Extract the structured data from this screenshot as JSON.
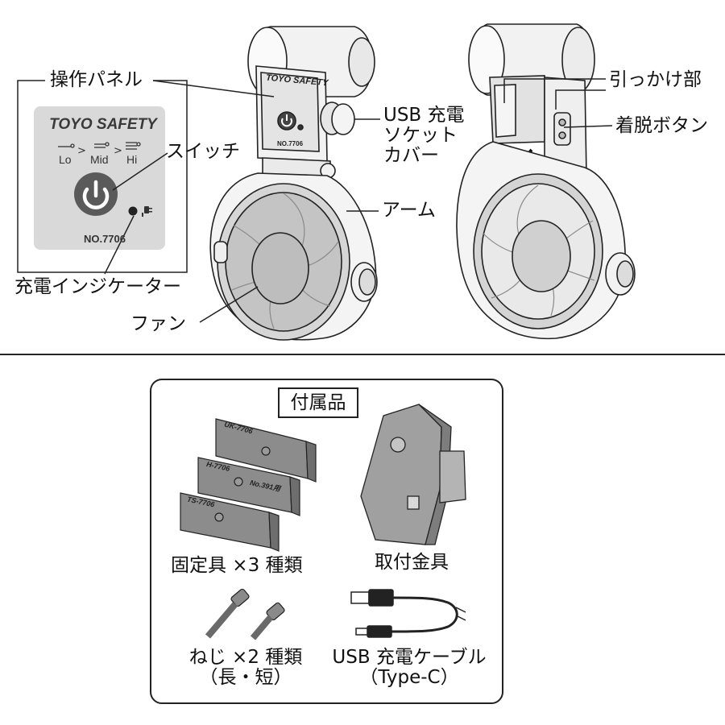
{
  "labels": {
    "control_panel": "操作パネル",
    "switch": "スイッチ",
    "charge_indicator": "充電インジケーター",
    "fan": "ファン",
    "usb_cover": "USB 充電\nソケット\nカバー",
    "arm": "アーム",
    "hook": "引っかけ部",
    "release_button": "着脱ボタン"
  },
  "panel": {
    "brand": "TOYO SAFETY",
    "speed_lo": "Lo",
    "speed_mid": "Mid",
    "speed_hi": "Hi",
    "separator": ">",
    "model": "NO.7706"
  },
  "device_small": {
    "brand": "TOYO SAFETY",
    "model": "NO.7706"
  },
  "accessories": {
    "title": "付属品",
    "fixtures_label": "固定具 ×3 種類",
    "mount_label": "取付金具",
    "screws_label": "ねじ ×2 種類\n（長・短）",
    "cable_label": "USB 充電ケーブル\n（Type-C）",
    "bracket_codes": [
      "UK-7706",
      "H-7706",
      "No.391用",
      "TS-7706"
    ]
  },
  "colors": {
    "panel_bg": "#d9d9d9",
    "device_body": "#f2f2f2",
    "fan_gray": "#c8c8c8",
    "bracket_gray": "#8c8c8c",
    "line": "#222222"
  }
}
